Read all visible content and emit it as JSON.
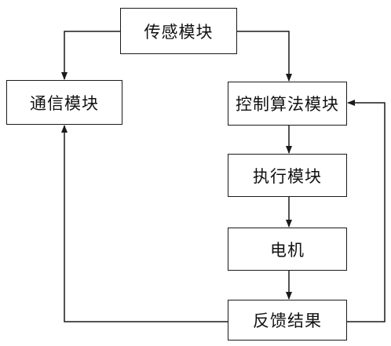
{
  "nodes": {
    "sensor": "传感模块",
    "communication": "通信模块",
    "control": "控制算法模块",
    "execution": "执行模块",
    "motor": "电机",
    "feedback": "反馈结果"
  },
  "edges": [
    {
      "from": "sensor",
      "to": "communication"
    },
    {
      "from": "sensor",
      "to": "control"
    },
    {
      "from": "control",
      "to": "execution"
    },
    {
      "from": "execution",
      "to": "motor"
    },
    {
      "from": "motor",
      "to": "feedback"
    },
    {
      "from": "feedback",
      "to": "communication"
    },
    {
      "from": "feedback",
      "to": "control"
    }
  ],
  "colors": {
    "line": "#1a1a1a",
    "background": "#ffffff"
  }
}
